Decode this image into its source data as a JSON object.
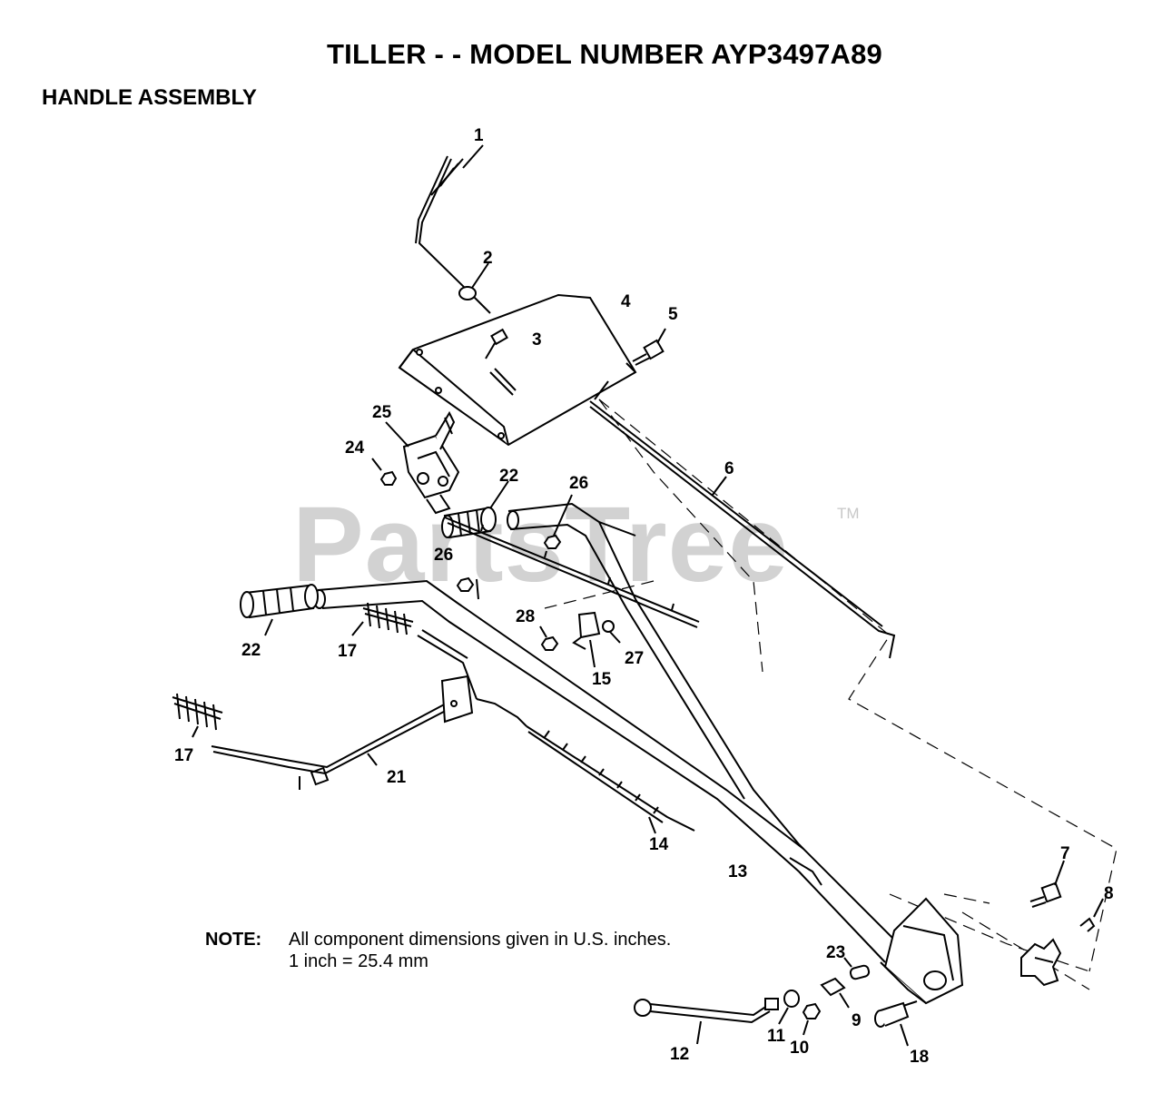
{
  "title": "TILLER - - MODEL NUMBER AYP3497A89",
  "subtitle": "HANDLE ASSEMBLY",
  "watermark": "PartsTree",
  "watermark_tm": "TM",
  "note": {
    "label": "NOTE:",
    "line1": "All component dimensions given in U.S. inches.",
    "line2": "1 inch = 25.4 mm"
  },
  "callouts": [
    "1",
    "2",
    "3",
    "4",
    "5",
    "6",
    "7",
    "8",
    "9",
    "10",
    "11",
    "12",
    "13",
    "14",
    "15",
    "17",
    "17",
    "18",
    "21",
    "22",
    "22",
    "23",
    "24",
    "25",
    "26",
    "26",
    "27",
    "28"
  ],
  "colors": {
    "ink": "#000000",
    "watermark": "#d2d2d2"
  }
}
